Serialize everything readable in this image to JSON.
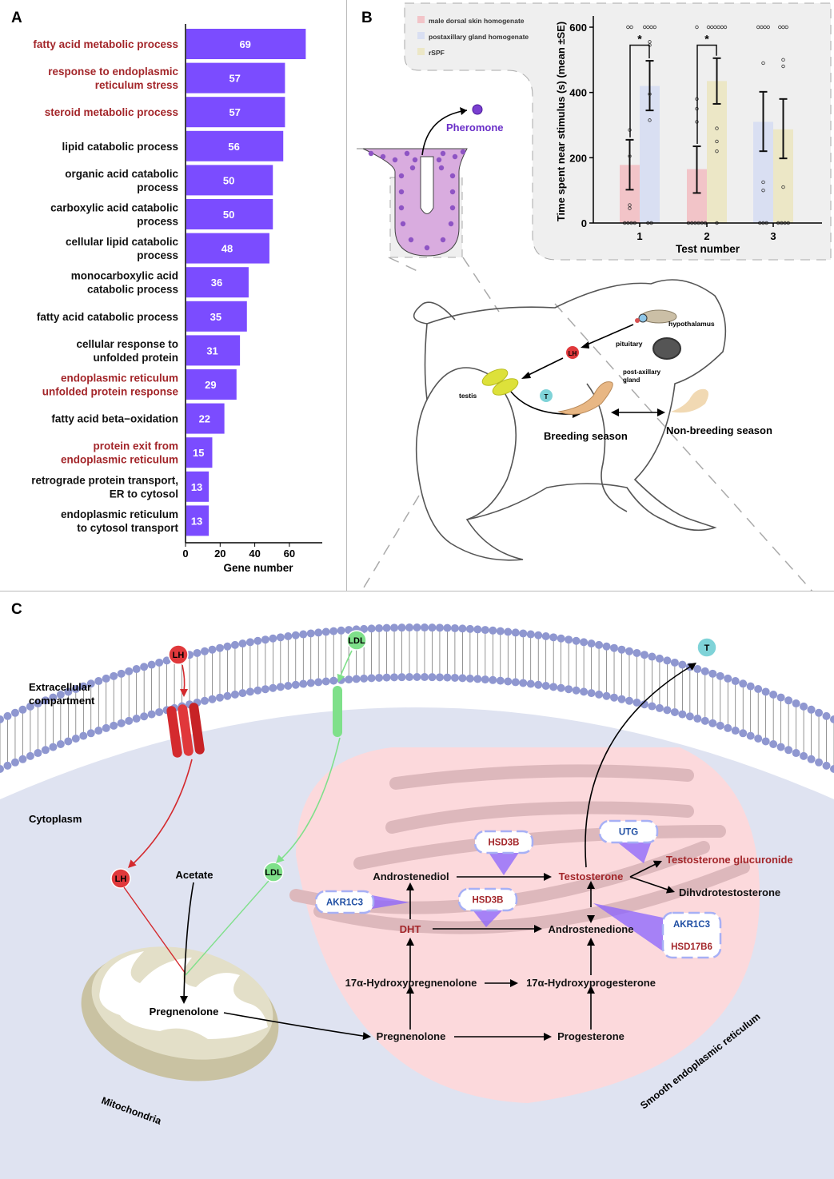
{
  "panels": {
    "a": "A",
    "b": "B",
    "c": "C"
  },
  "chart_data": [
    {
      "type": "bar",
      "orientation": "horizontal",
      "categories": [
        "fatty acid metabolic process",
        "response to endoplasmic reticulum stress",
        "steroid metabolic process",
        "lipid catabolic process",
        "organic acid catabolic process",
        "carboxylic acid catabolic process",
        "cellular lipid catabolic process",
        "monocarboxylic acid catabolic process",
        "fatty acid catabolic process",
        "cellular response to unfolded protein",
        "endoplasmic reticulum unfolded protein response",
        "fatty acid beta−oxidation",
        "protein exit from endoplasmic reticulum",
        "retrograde protein transport, ER to cytosol",
        "endoplasmic reticulum to cytosol transport"
      ],
      "category_lines": [
        [
          "fatty acid metabolic process"
        ],
        [
          "response to endoplasmic",
          "reticulum stress"
        ],
        [
          "steroid metabolic process"
        ],
        [
          "lipid catabolic process"
        ],
        [
          "organic acid catabolic",
          "process"
        ],
        [
          "carboxylic acid catabolic",
          "process"
        ],
        [
          "cellular lipid catabolic",
          "process"
        ],
        [
          "monocarboxylic acid",
          "catabolic process"
        ],
        [
          "fatty acid catabolic process"
        ],
        [
          "cellular response to",
          "unfolded protein"
        ],
        [
          "endoplasmic reticulum",
          "unfolded protein response"
        ],
        [
          "fatty acid beta−oxidation"
        ],
        [
          "protein exit from",
          "endoplasmic reticulum"
        ],
        [
          "retrograde protein transport,",
          "ER to cytosol"
        ],
        [
          "endoplasmic reticulum",
          "to cytosol transport"
        ]
      ],
      "highlighted": [
        true,
        true,
        true,
        false,
        false,
        false,
        false,
        false,
        false,
        false,
        true,
        false,
        true,
        false,
        false
      ],
      "values": [
        69,
        57,
        57,
        56,
        50,
        50,
        48,
        36,
        35,
        31,
        29,
        22,
        15,
        13,
        13
      ],
      "xlabel": "Gene number",
      "xticks": [
        0,
        20,
        40,
        60
      ],
      "xlim": [
        0,
        79
      ],
      "bar_color": "#7b4cff",
      "highlight_label_color": "#a3262a"
    },
    {
      "type": "bar",
      "categories": [
        "1",
        "2",
        "3"
      ],
      "xlabel": "Test number",
      "ylabel": "Time spent near stimulus (s) (mean ±SE)",
      "yticks": [
        0,
        200,
        400,
        600
      ],
      "ylim": [
        0,
        600
      ],
      "legend_position": "top-left",
      "series": [
        {
          "name": "male dorsal skin homogenate",
          "color": "#f2c4c8",
          "values": [
            178,
            165,
            null
          ],
          "se_low": [
            102,
            92,
            null
          ],
          "se_high": [
            255,
            235,
            null
          ]
        },
        {
          "name": "postaxillary gland homogenate",
          "color": "#d9dff2",
          "values": [
            420,
            null,
            310
          ],
          "se_low": [
            345,
            null,
            220
          ],
          "se_high": [
            497,
            null,
            402
          ]
        },
        {
          "name": "rSPF",
          "color": "#ece7c6",
          "values": [
            null,
            435,
            287
          ],
          "se_low": [
            null,
            365,
            198
          ],
          "se_high": [
            null,
            505,
            380
          ]
        }
      ],
      "points": [
        {
          "test": 1,
          "series": 0,
          "y": [
            600,
            600,
            285,
            205,
            55,
            45,
            0,
            0,
            0,
            0
          ]
        },
        {
          "test": 1,
          "series": 1,
          "y": [
            600,
            600,
            600,
            600,
            555,
            545,
            395,
            315,
            0,
            0
          ]
        },
        {
          "test": 2,
          "series": 0,
          "y": [
            600,
            380,
            350,
            310,
            0,
            0,
            0,
            0,
            0,
            0
          ]
        },
        {
          "test": 2,
          "series": 2,
          "y": [
            600,
            600,
            600,
            600,
            600,
            600,
            290,
            250,
            220,
            0
          ]
        },
        {
          "test": 3,
          "series": 1,
          "y": [
            600,
            600,
            600,
            600,
            490,
            125,
            100,
            0,
            0,
            0
          ]
        },
        {
          "test": 3,
          "series": 2,
          "y": [
            600,
            600,
            600,
            500,
            480,
            110,
            0,
            0,
            0,
            0
          ]
        }
      ],
      "significance": [
        {
          "test": 1,
          "label": "*"
        },
        {
          "test": 2,
          "label": "*"
        }
      ]
    }
  ],
  "panel_b": {
    "pheromone": "Pheromone",
    "hypothalamus": "hypothalamus",
    "pituitary": "pituitary",
    "lh": "LH",
    "t": "T",
    "testis": "testis",
    "gland": [
      "post-axillary",
      "gland"
    ],
    "breeding": "Breeding season",
    "nonbreeding": "Non-breeding season"
  },
  "panel_c": {
    "extracellular": [
      "Extracellular",
      "compartment"
    ],
    "cytoplasm": "Cytoplasm",
    "lh_out": "LH",
    "ldl_out": "LDL",
    "t_out": "T",
    "lh_in": "LH",
    "ldl_in": "LDL",
    "acetate": "Acetate",
    "pregnenolone_mito": "Pregnenolone",
    "mitochondria": "Mitochondria",
    "ser": "Smooth endoplasmic reticulum",
    "metabolites": {
      "androstenediol": "Androstenediol",
      "testosterone": "Testosterone",
      "glucuronide": "Testosterone glucuronide",
      "dht": "DHT",
      "dihydro": "Dihvdrotestosterone",
      "androstenedione": "Androstenedione",
      "hpreg": "17α-Hydroxypregnenolone",
      "hprog": "17α-Hydroxyprogesterone",
      "pregnenolone": "Pregnenolone",
      "progesterone": "Progesterone"
    },
    "enzymes": {
      "hsd3b_1": "HSD3B",
      "hsd3b_2": "HSD3B",
      "utg": "UTG",
      "akr1c3_1": "AKR1C3",
      "akr1c3_2": "AKR1C3",
      "hsd17b6": "HSD17B6"
    },
    "colors": {
      "highlight": "#a3262a",
      "enzyme_blue": "#1f4ea3",
      "lh": "#e0383b",
      "ldl": "#7fe08a",
      "t": "#7fd3d8",
      "cytoplasm": "#dfe3f1",
      "er": "#fcd9dc",
      "membrane_head": "#8f97d0"
    }
  }
}
